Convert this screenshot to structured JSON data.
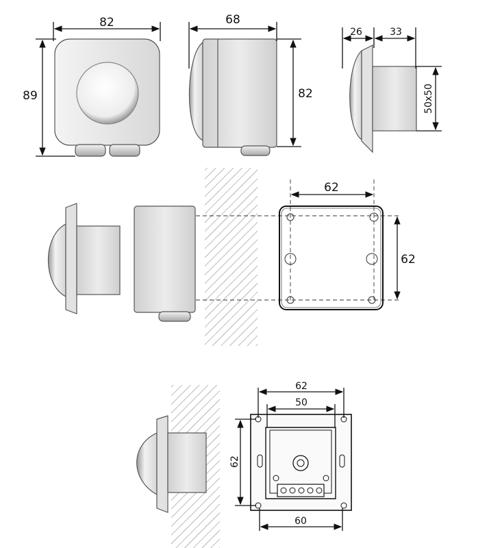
{
  "view_front": {
    "width_label": "82",
    "height_label": "89"
  },
  "view_side": {
    "depth_label": "68",
    "height_label": "82"
  },
  "view_knob": {
    "flange_label": "26",
    "body_label": "33",
    "section_label": "50x50"
  },
  "mount_surface": {
    "spacing_h_label": "62",
    "spacing_v_label": "62"
  },
  "mount_flush": {
    "outer_label": "62",
    "inner_label": "50",
    "height_label": "62",
    "bottom_label": "60"
  },
  "colors": {
    "housing": "#e6e6e6",
    "shade": "#bdbdbd",
    "ink": "#111111"
  }
}
